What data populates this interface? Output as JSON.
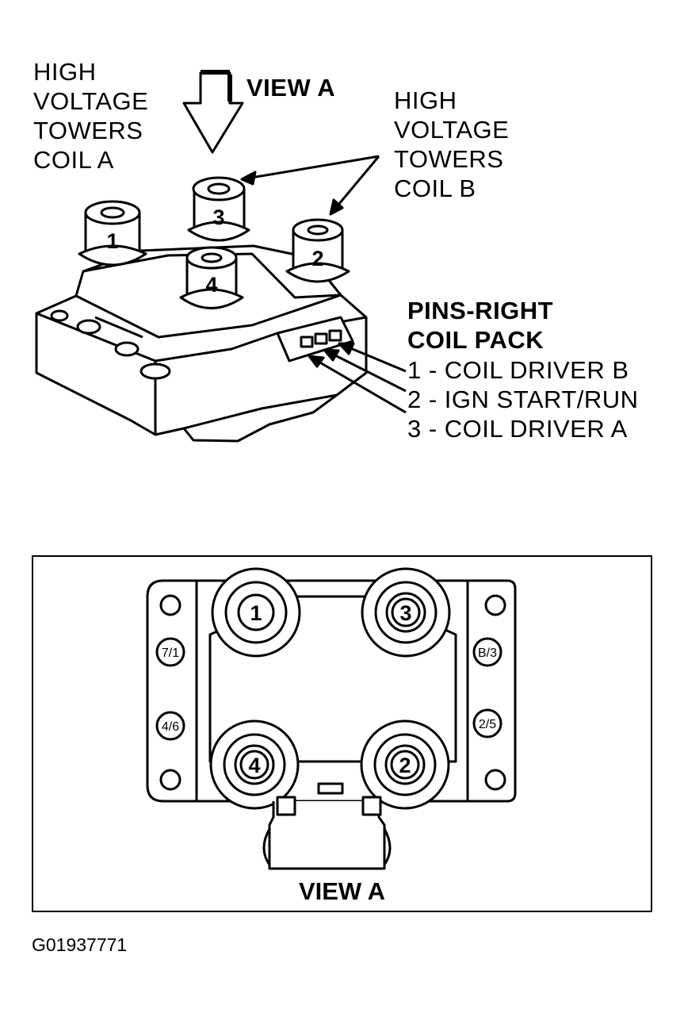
{
  "labels": {
    "coil_a_towers": [
      "HIGH",
      "VOLTAGE",
      "TOWERS",
      "COIL A"
    ],
    "coil_b_towers": [
      "HIGH",
      "VOLTAGE",
      "TOWERS",
      "COIL B"
    ],
    "view_arrow_label": "VIEW A",
    "pins_title": [
      "PINS-RIGHT",
      "COIL PACK"
    ],
    "pins": [
      "1 - COIL DRIVER B",
      "2 - IGN START/RUN",
      "3 - COIL DRIVER A"
    ]
  },
  "towers_3d": [
    "1",
    "3",
    "4",
    "2"
  ],
  "view_a": {
    "towers": [
      "1",
      "3",
      "4",
      "2"
    ],
    "side_markings": [
      "7/1",
      "4/6",
      "B/3",
      "2/5"
    ],
    "caption": "VIEW A"
  },
  "figure_id": "G01937771"
}
